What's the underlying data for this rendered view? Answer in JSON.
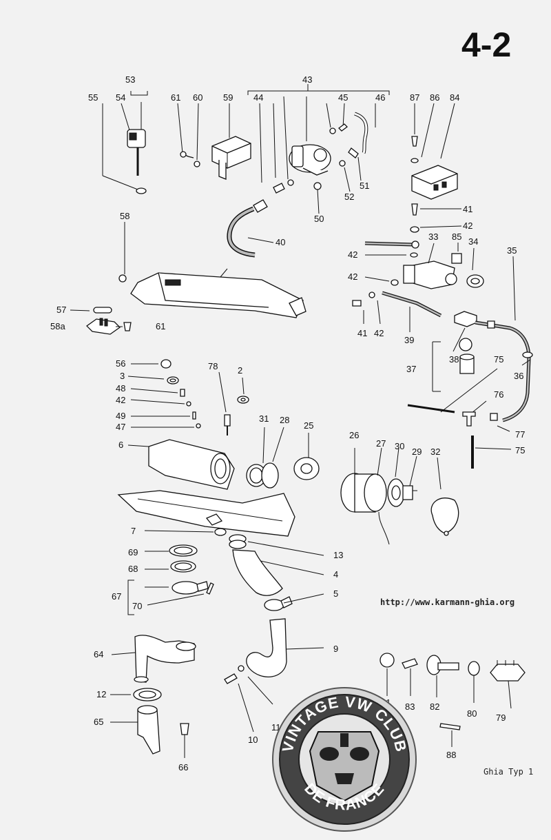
{
  "page": {
    "section_number": "4-2",
    "website": "http://www.karmann-ghia.org",
    "model_label": "Ghia Typ 1",
    "seal_top_text": "VINTAGE VW CLUB",
    "seal_bottom_text": "DE FRANCE"
  },
  "callouts": [
    "53",
    "55",
    "54",
    "61",
    "60",
    "59",
    "43",
    "44",
    "45",
    "46",
    "87",
    "86",
    "84",
    "52",
    "51",
    "50",
    "40",
    "41",
    "42",
    "58",
    "33",
    "85",
    "34",
    "35",
    "42",
    "42",
    "57",
    "58a",
    "61",
    "41",
    "42",
    "39",
    "38",
    "37",
    "36",
    "75",
    "56",
    "78",
    "2",
    "3",
    "48",
    "42",
    "49",
    "47",
    "31",
    "28",
    "25",
    "26",
    "27",
    "30",
    "29",
    "32",
    "76",
    "77",
    "75",
    "6",
    "7",
    "13",
    "69",
    "68",
    "4",
    "5",
    "67",
    "70",
    "9",
    "64",
    "12",
    "65",
    "10",
    "11",
    "66",
    "81",
    "83",
    "82",
    "80",
    "79",
    "88"
  ]
}
